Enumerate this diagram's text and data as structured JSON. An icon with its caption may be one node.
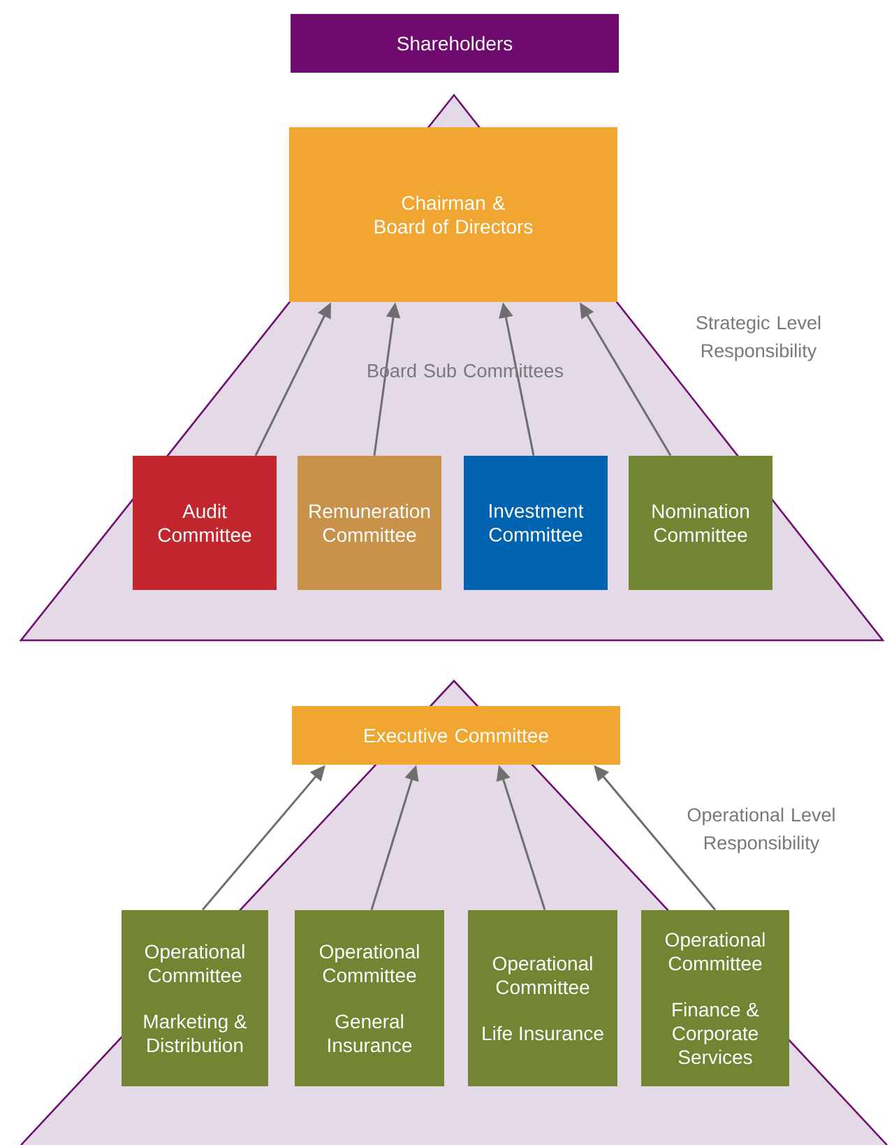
{
  "diagram": {
    "nodes": [
      {
        "text": [
          "Shareholders"
        ]
      },
      {
        "text": [
          "Chairman & Board of Directors"
        ]
      },
      {
        "text": [
          "Audit Committee"
        ]
      },
      {
        "text": [
          "Remuneration Committee"
        ]
      },
      {
        "text": [
          "Investment Committee"
        ]
      },
      {
        "text": [
          "Nomination Committee"
        ]
      },
      {
        "text": [
          "Executive Committee"
        ]
      },
      {
        "text": [
          "Operational Committee",
          "Marketing & Distribution"
        ]
      },
      {
        "text": [
          "Operational Committee",
          "General Insurance"
        ]
      },
      {
        "text": [
          "Operational Committee",
          "Life Insurance"
        ]
      },
      {
        "text": [
          "Operational Committee",
          "Finance & Corporate Services"
        ]
      }
    ],
    "edges": [
      {
        "from": 2,
        "to": 1,
        "arrow": "to"
      },
      {
        "from": 3,
        "to": 1,
        "arrow": "to"
      },
      {
        "from": 4,
        "to": 1,
        "arrow": "to"
      },
      {
        "from": 5,
        "to": 1,
        "arrow": "to"
      },
      {
        "from": 7,
        "to": 6,
        "arrow": "to"
      },
      {
        "from": 8,
        "to": 6,
        "arrow": "to"
      },
      {
        "from": 9,
        "to": 6,
        "arrow": "to"
      },
      {
        "from": 10,
        "to": 6,
        "arrow": "to"
      }
    ],
    "labels": [
      "Board Sub Committees",
      "Strategic Level Responsibility",
      "Operational Level Responsibility"
    ]
  }
}
